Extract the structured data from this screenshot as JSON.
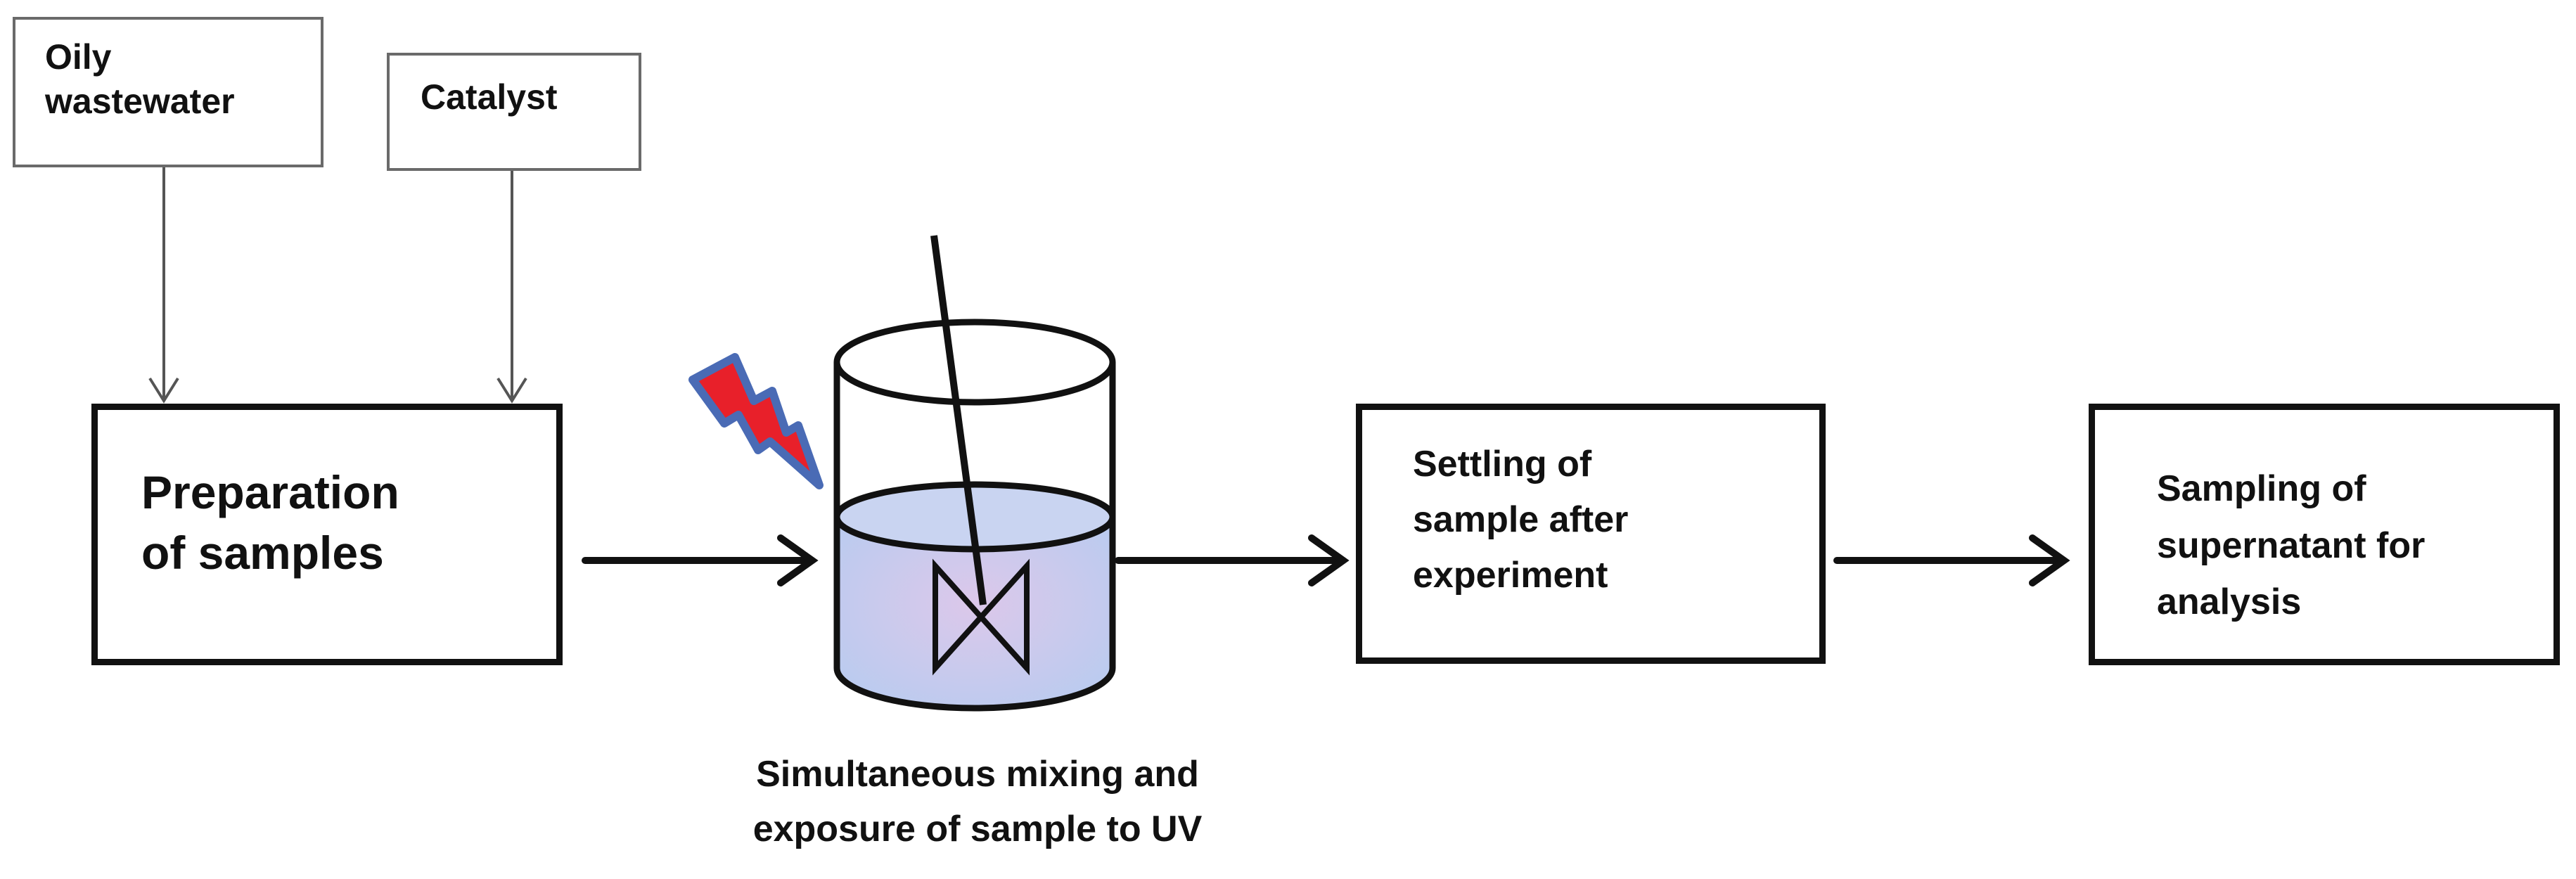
{
  "inputs": {
    "oily_wastewater": {
      "line1": "Oily",
      "line2": "wastewater"
    },
    "catalyst": "Catalyst"
  },
  "steps": {
    "preparation": {
      "line1": "Preparation",
      "line2": "of samples"
    },
    "mixing_caption": {
      "line1": "Simultaneous mixing and",
      "line2": "exposure of sample to UV"
    },
    "settling": {
      "line1": "Settling of",
      "line2": "sample after",
      "line3": "experiment"
    },
    "sampling": {
      "line1": "Sampling of",
      "line2": "supernatant for",
      "line3": "analysis"
    }
  },
  "icons": {
    "uv": "lightning-bolt-icon",
    "reactor": "beaker-with-stirrer-icon"
  },
  "colors": {
    "bolt_fill": "#e8202a",
    "bolt_outline": "#4a6bb5",
    "liquid": "#c7d3f0"
  }
}
